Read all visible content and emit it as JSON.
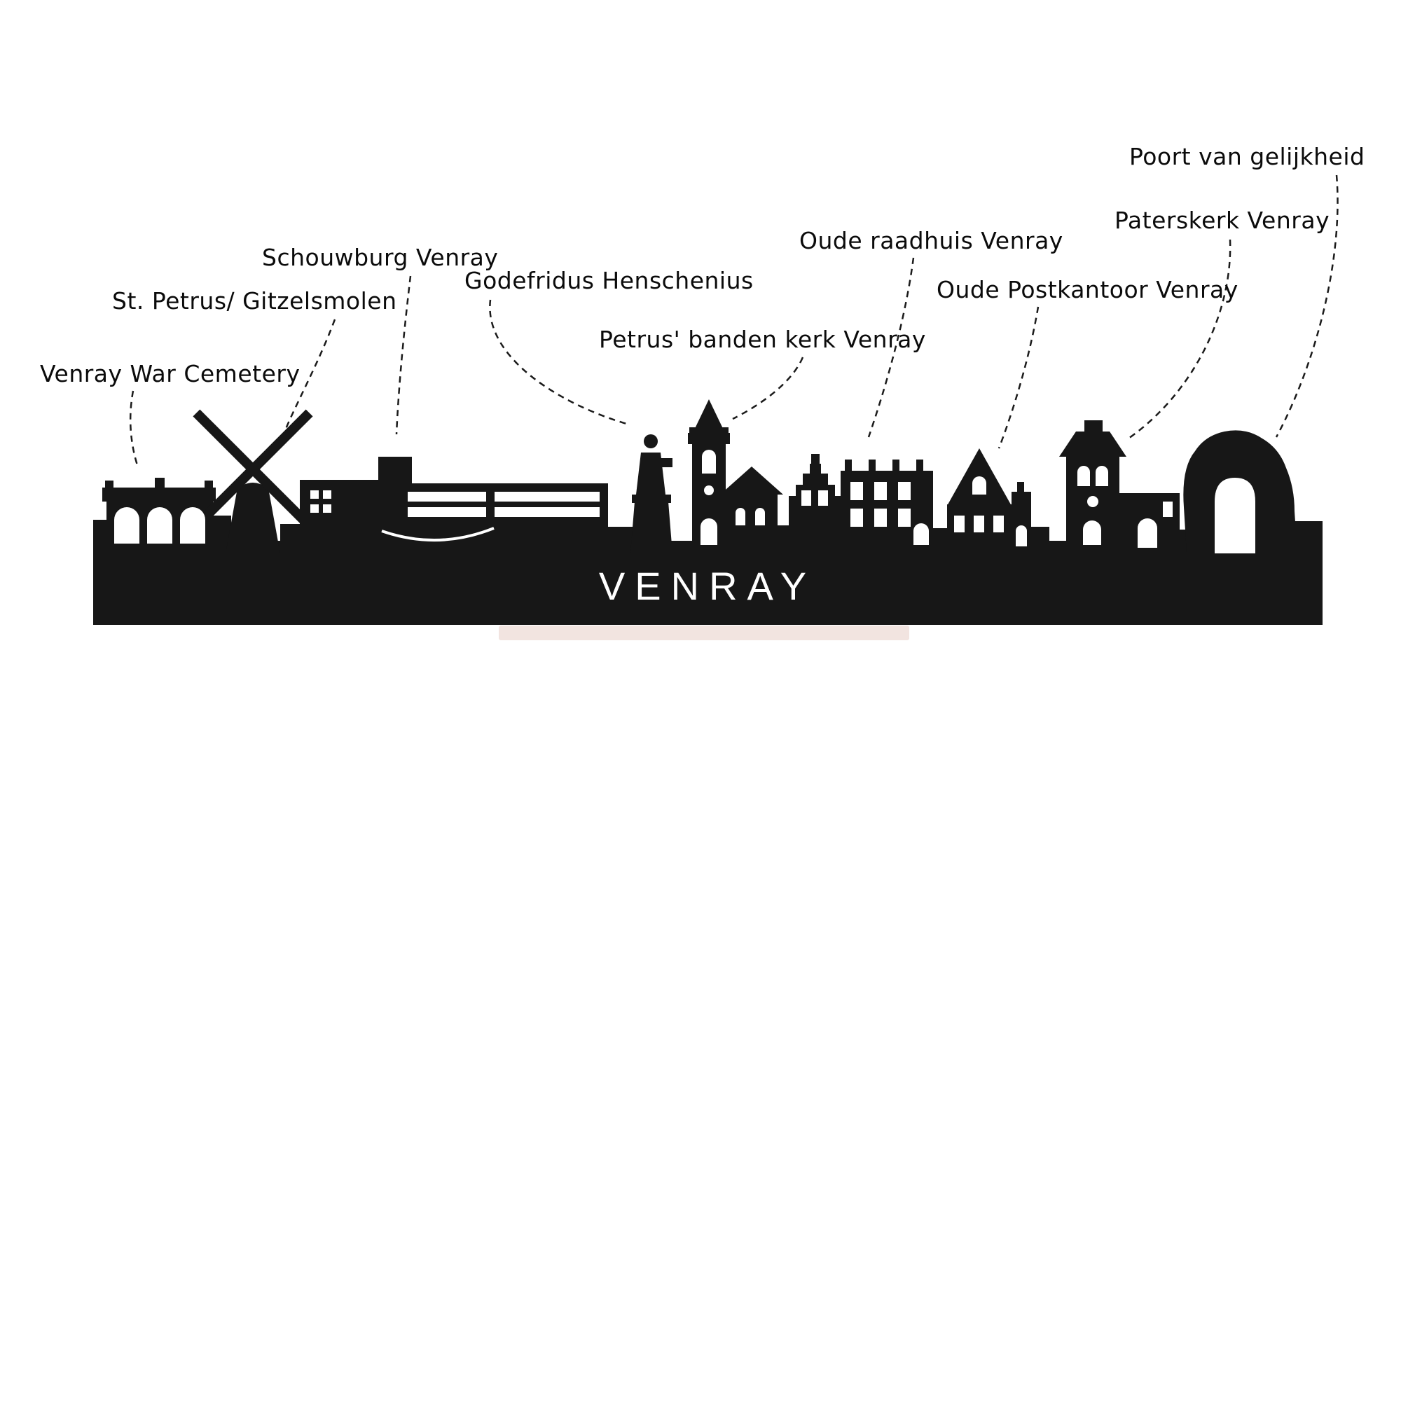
{
  "skyline": {
    "city": "VENRAY",
    "silhouette_color": "#171717",
    "stand_color": "#f2e4e0"
  },
  "labels": {
    "war_cemetery": "Venray War Cemetery",
    "gitzelsmolen": "St. Petrus/ Gitzelsmolen",
    "schouwburg": "Schouwburg Venray",
    "godefridus": "Godefridus Henschenius",
    "petrus_banden": "Petrus' banden kerk Venray",
    "raadhuis": "Oude raadhuis Venray",
    "postkantoor": "Oude Postkantoor Venray",
    "paterskerk": "Paterskerk Venray",
    "poort": "Poort van gelijkheid"
  }
}
